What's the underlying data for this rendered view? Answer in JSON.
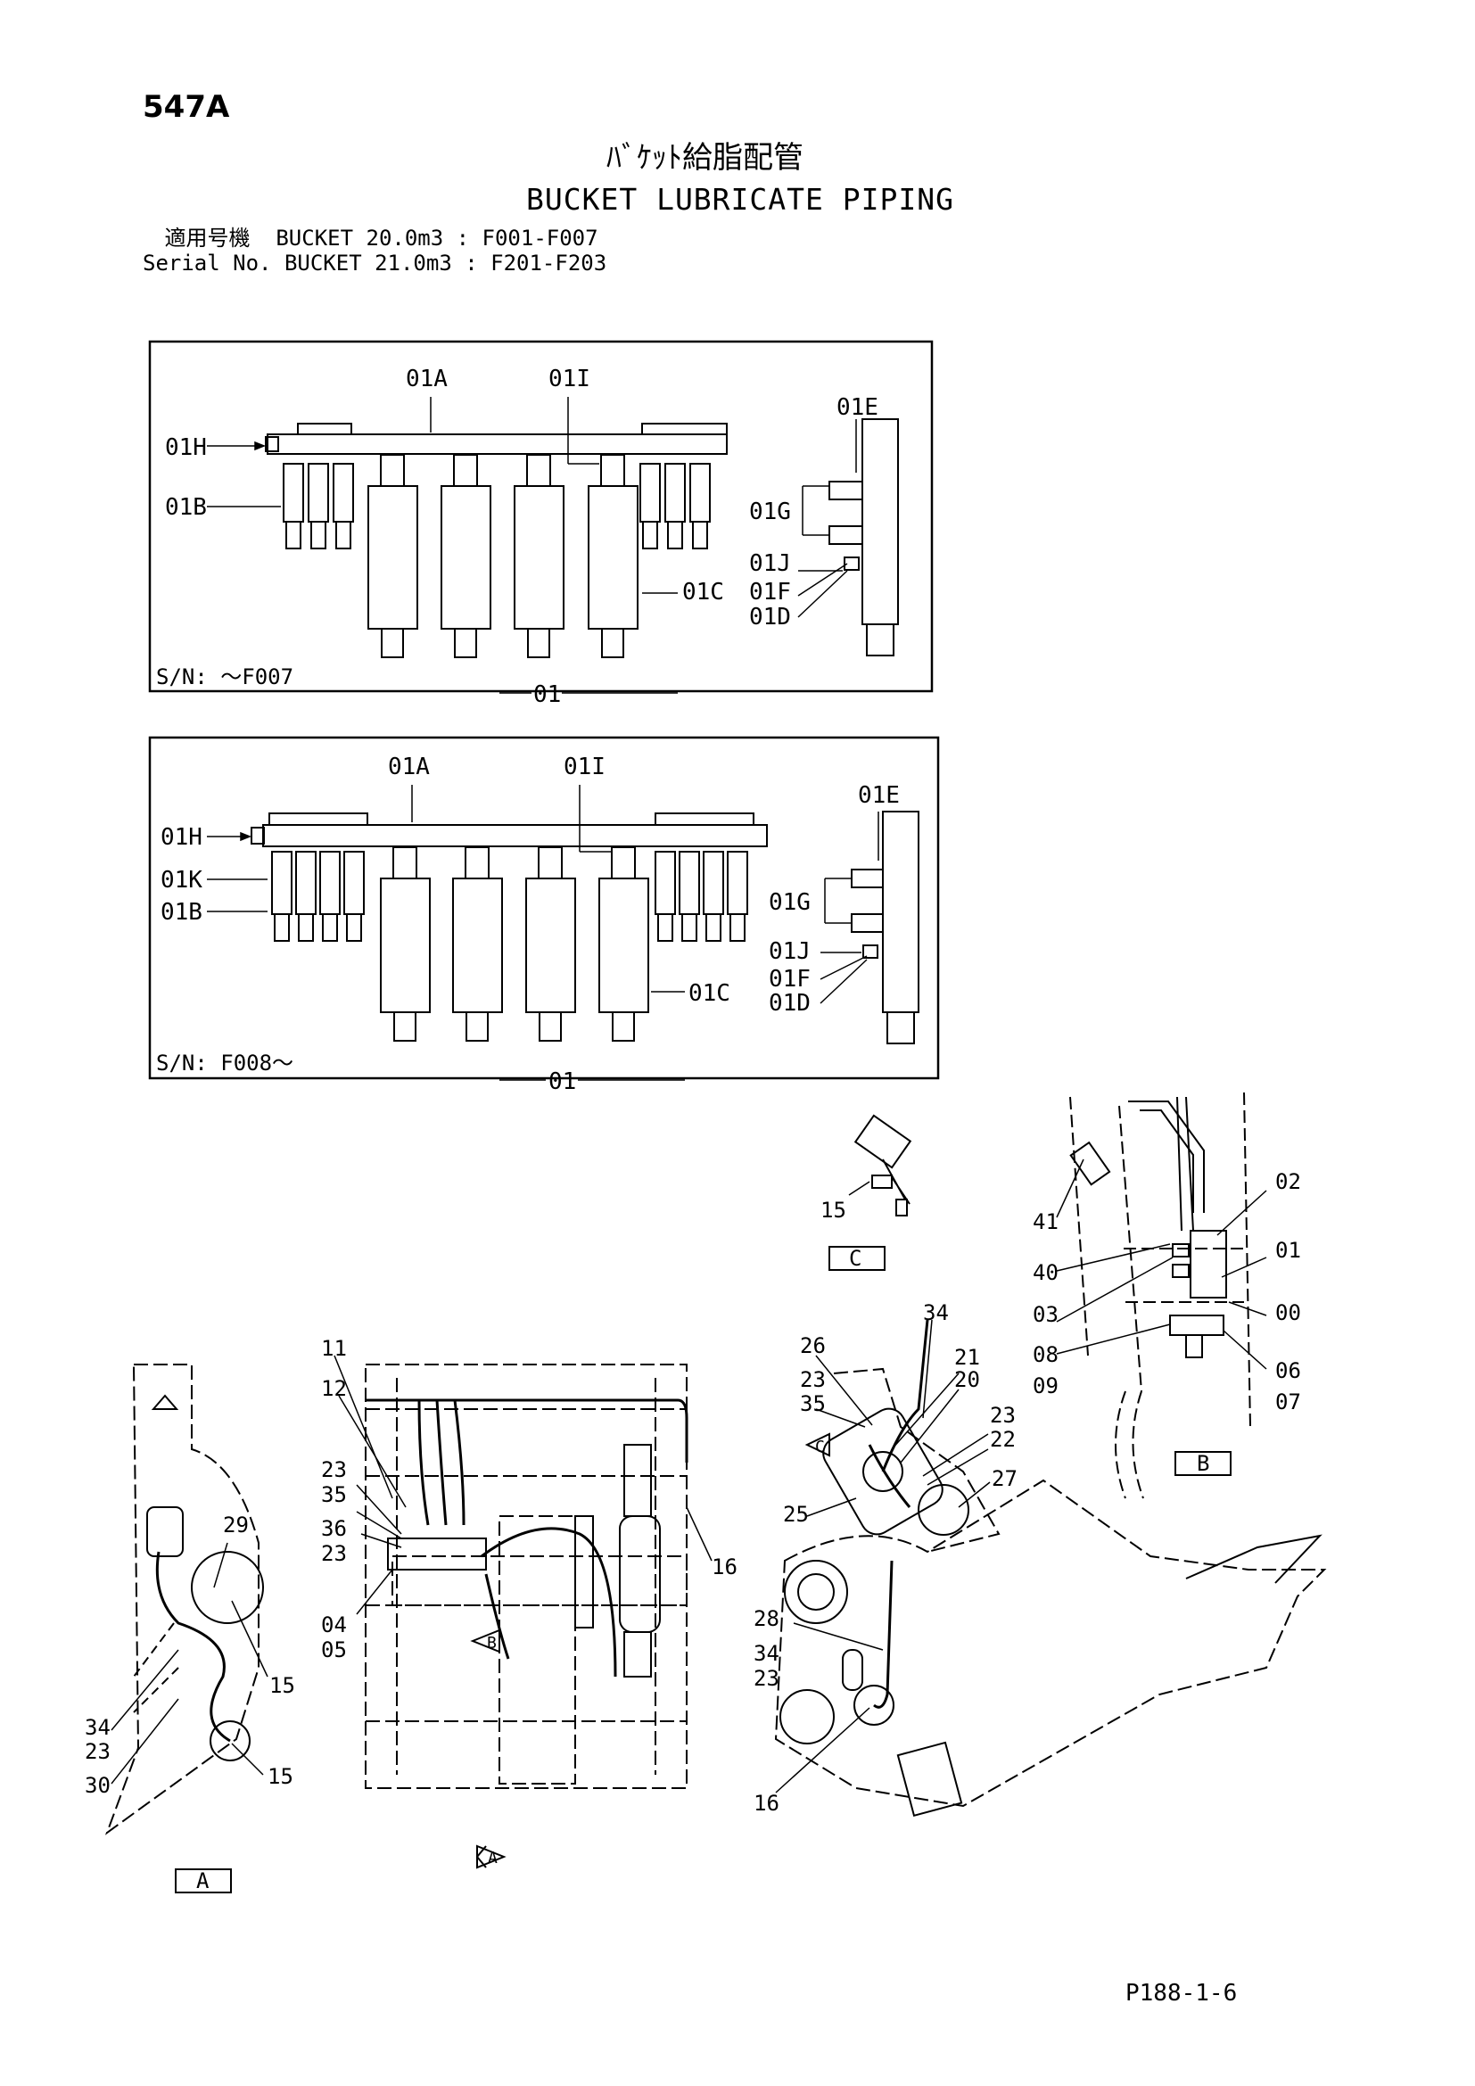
{
  "page_number": "547A",
  "title_jp": "ﾊﾞｹｯﾄ給脂配管",
  "title_en": "BUCKET LUBRICATE PIPING",
  "serial_lines": [
    " 適用号機  BUCKET 20.0m3 : F001-F007",
    "Serial No. BUCKET 21.0m3 : F201-F203"
  ],
  "panel1": {
    "sn": "S/N: ～F007",
    "assembly": "01",
    "labels": {
      "a": "01A",
      "i": "01I",
      "e": "01E",
      "h": "01H",
      "b": "01B",
      "g": "01G",
      "j": "01J",
      "f": "01F",
      "c": "01C",
      "d": "01D"
    }
  },
  "panel2": {
    "sn": "S/N: F008～",
    "assembly": "01",
    "labels": {
      "a": "01A",
      "i": "01I",
      "e": "01E",
      "h": "01H",
      "k": "01K",
      "b": "01B",
      "g": "01G",
      "j": "01J",
      "f": "01F",
      "c": "01C",
      "d": "01D"
    }
  },
  "detail_c": {
    "box": "C",
    "callout": "15"
  },
  "detail_b": {
    "box": "B",
    "callouts": {
      "c41": "41",
      "c40": "40",
      "c03": "03",
      "c08": "08",
      "c09": "09",
      "c02": "02",
      "c01": "01",
      "c00": "00",
      "c06": "06",
      "c07": "07"
    }
  },
  "view_left": {
    "box": "A",
    "callouts": {
      "c29": "29",
      "c15a": "15",
      "c34": "34",
      "c23": "23",
      "c30": "30",
      "c15b": "15"
    }
  },
  "view_middle": {
    "arrow_b": "B",
    "arrow_a": "A",
    "callouts": {
      "c11": "11",
      "c12": "12",
      "c23a": "23",
      "c35": "35",
      "c36": "36",
      "c23b": "23",
      "c04": "04",
      "c05": "05",
      "c16": "16"
    }
  },
  "view_right": {
    "arrow_c": "C",
    "callouts": {
      "c34a": "34",
      "c26": "26",
      "c21": "21",
      "c23a": "23",
      "c20": "20",
      "c35": "35",
      "c23b": "23",
      "c22": "22",
      "c27": "27",
      "c25": "25",
      "c28": "28",
      "c34b": "34",
      "c23c": "23",
      "c16": "16"
    }
  },
  "footer_code": "P188-1-6"
}
